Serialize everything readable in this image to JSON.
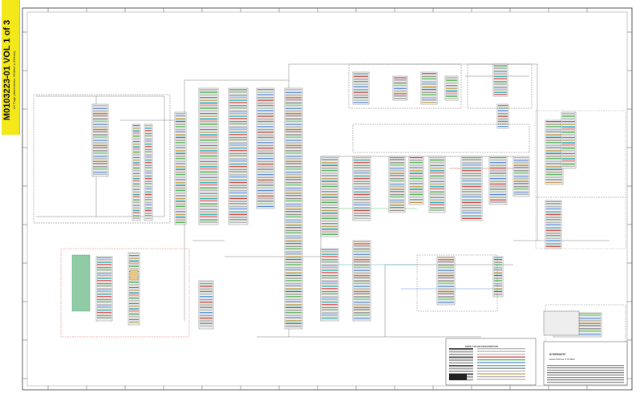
{
  "volume_tab": {
    "title": "M0103223-01 VOL 1 of 3",
    "subtitle": "A2 Page (dimensions: 594mm x 420mm)",
    "color": "#f3e81a"
  },
  "title_block": {
    "heading": "SCHEMATIC",
    "note": "ELECTRICAL SYSTEM",
    "legend_title": "WIRE COLOR DESCRIPTION"
  },
  "colors": {
    "line": "#444444",
    "red": "#d9534f",
    "green": "#5cb85c",
    "blue": "#5b8fd9",
    "cyan": "#3fb6c7",
    "tan": "#c9a35a",
    "green_block": "#8fcca6"
  }
}
